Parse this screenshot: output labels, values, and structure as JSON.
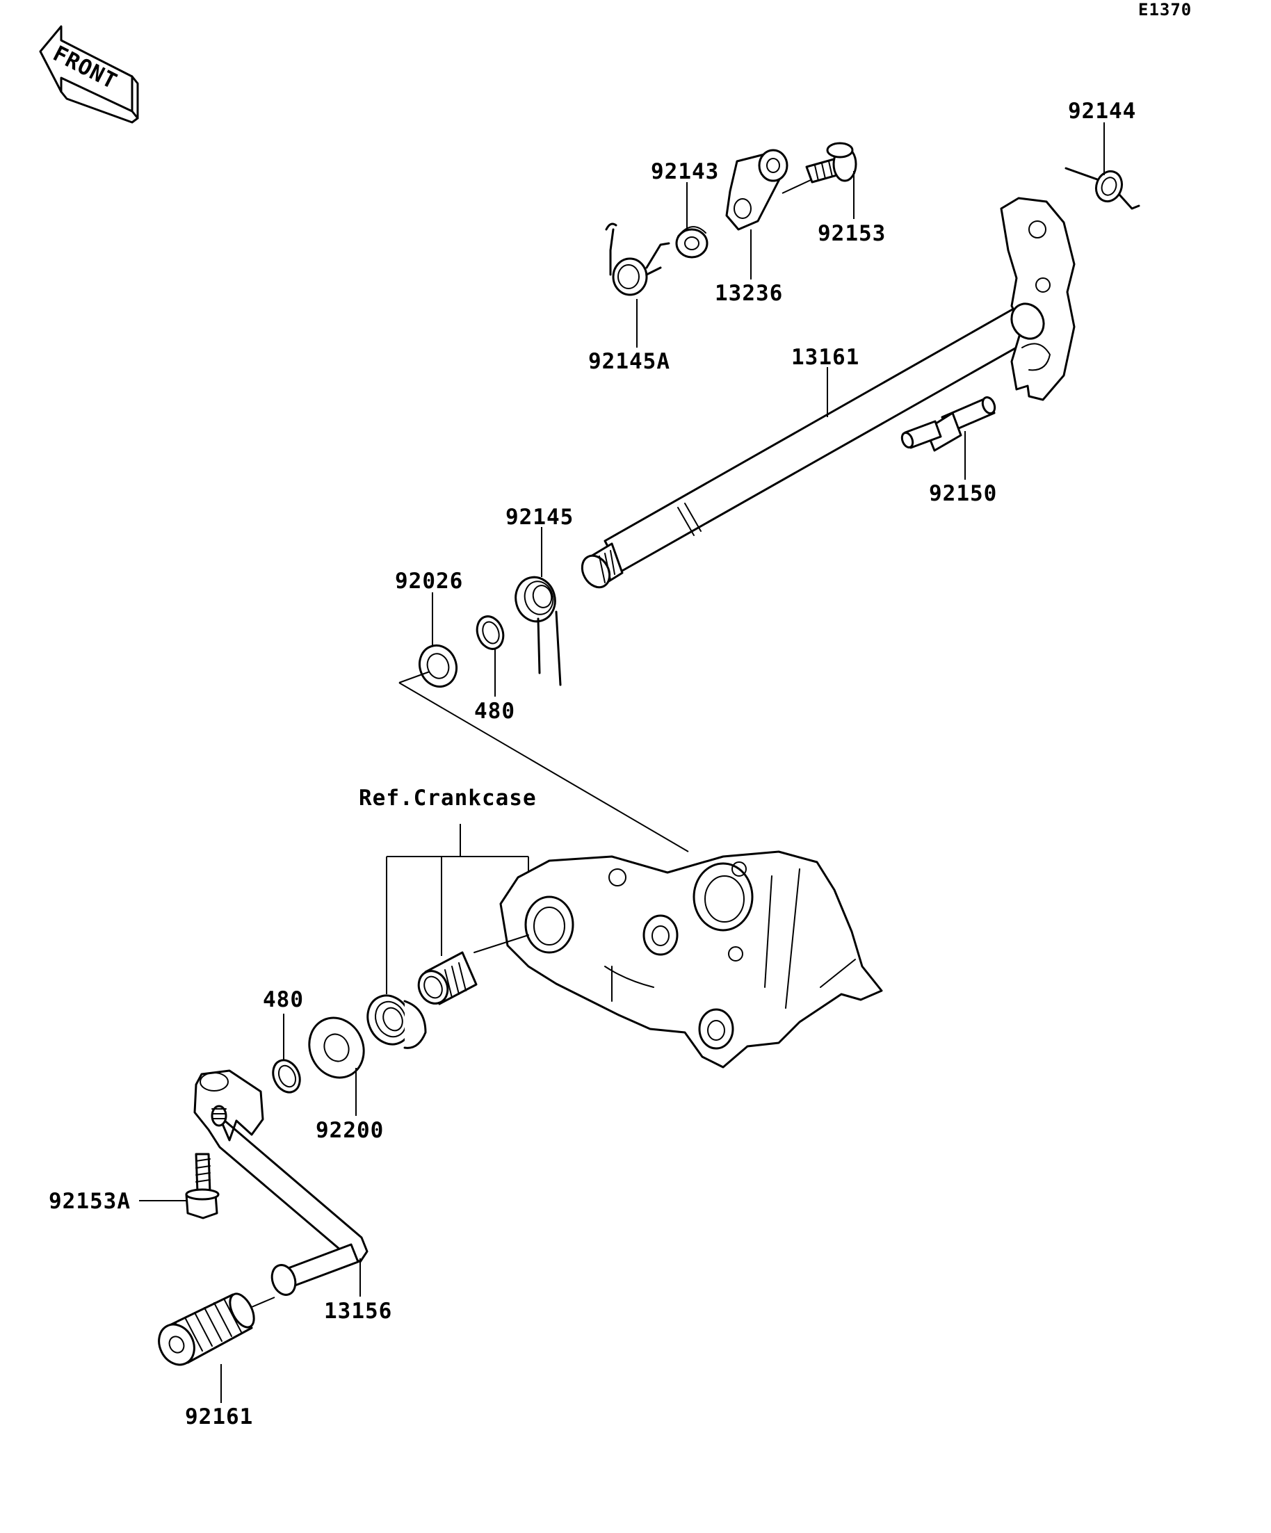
{
  "diagram_code": "E1370",
  "front_arrow_label": "FRONT",
  "ref_label": "Ref.Crankcase",
  "parts": {
    "p92144": "92144",
    "p92143": "92143",
    "p92153": "92153",
    "p13236": "13236",
    "p92145A": "92145A",
    "p13161": "13161",
    "p92150": "92150",
    "p92145": "92145",
    "p92026": "92026",
    "p480_top": "480",
    "p480_bottom": "480",
    "p92200": "92200",
    "p92153A": "92153A",
    "p13156": "13156",
    "p92161": "92161"
  }
}
